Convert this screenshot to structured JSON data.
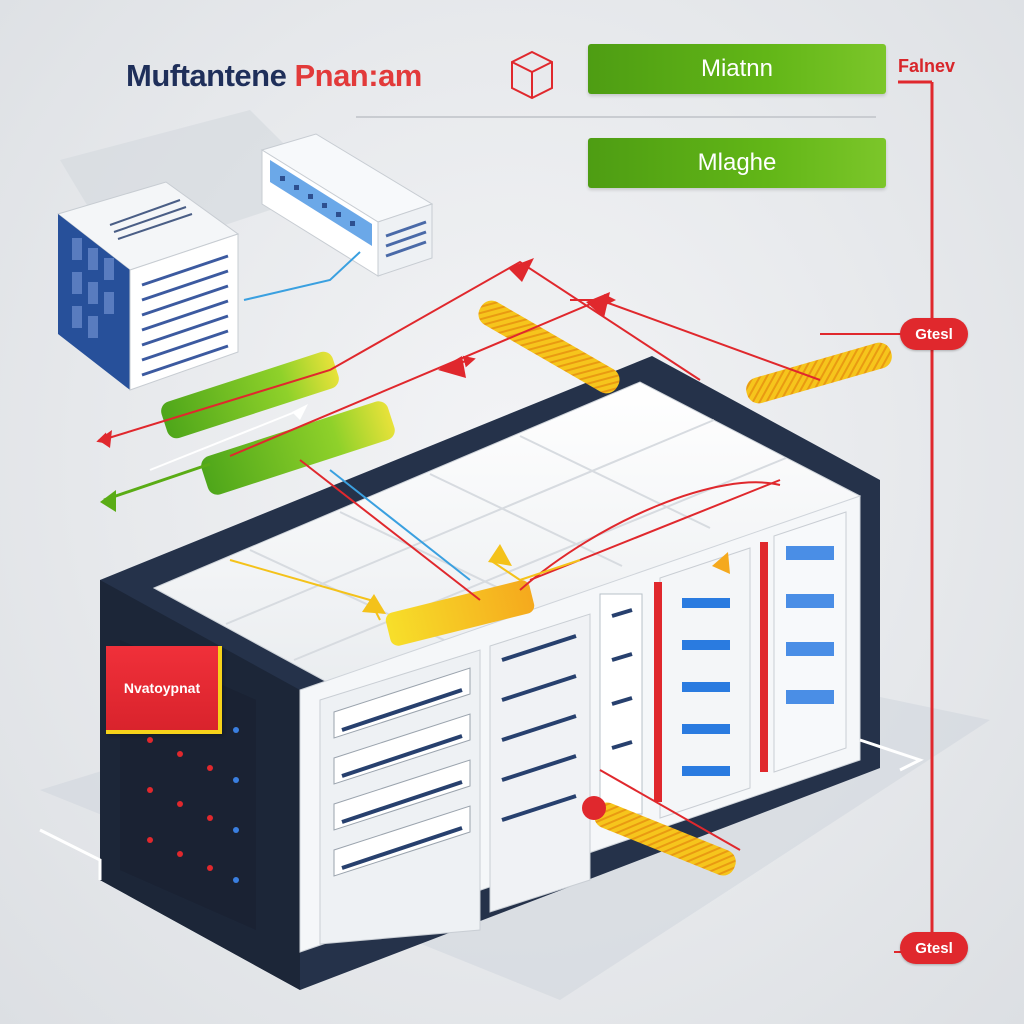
{
  "header": {
    "title_part1": "Muftantene",
    "title_part2": "Pnan:am",
    "corner_label": "Falnev"
  },
  "buttons": {
    "top_label": "Miatnn",
    "second_label": "Mlaghe"
  },
  "tags": {
    "upper": "Gtesl",
    "lower": "Gtesl"
  },
  "rack": {
    "label": "Nvatoypnat"
  },
  "icons": {
    "header_icon": "box-icon"
  },
  "colors": {
    "accent_red": "#e0282d",
    "accent_green": "#5aac15",
    "accent_yellow": "#f4c21a",
    "navy": "#1f2f5a"
  }
}
